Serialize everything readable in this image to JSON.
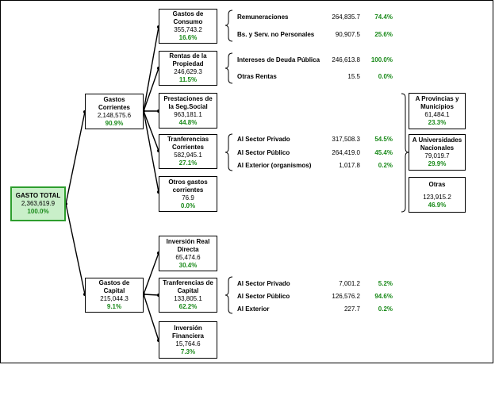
{
  "root": {
    "title": "GASTO TOTAL",
    "value": "2,363,619.9",
    "pct": "100.0%"
  },
  "level1": [
    {
      "title": "Gastos Corrientes",
      "value": "2,148,575.6",
      "pct": "90.9%"
    },
    {
      "title": "Gastos de Capital",
      "value": "215,044.3",
      "pct": "9.1%"
    }
  ],
  "corrientes": [
    {
      "title": "Gastos de Consumo",
      "value": "355,743.2",
      "pct": "16.6%"
    },
    {
      "title": "Rentas de la Propiedad",
      "value": "246,629.3",
      "pct": "11.5%"
    },
    {
      "title": "Prestaciones de la Seg.Social",
      "value": "963,181.1",
      "pct": "44.8%"
    },
    {
      "title": "Tranferencias Corrientes",
      "value": "582,945.1",
      "pct": "27.1%"
    },
    {
      "title": "Otros gastos corrientes",
      "value": "76.9",
      "pct": "0.0%"
    }
  ],
  "capital": [
    {
      "title": "Inversión Real Directa",
      "value": "65,474.6",
      "pct": "30.4%"
    },
    {
      "title": "Tranferencias de Capital",
      "value": "133,805.1",
      "pct": "62.2%"
    },
    {
      "title": "Inversión Financiera",
      "value": "15,764.6",
      "pct": "7.3%"
    }
  ],
  "consumo_detail": [
    {
      "label": "Remuneraciones",
      "value": "264,835.7",
      "pct": "74.4%"
    },
    {
      "label": "Bs. y Serv. no Personales",
      "value": "90,907.5",
      "pct": "25.6%"
    }
  ],
  "rentas_detail": [
    {
      "label": "Intereses de Deuda Pública",
      "value": "246,613.8",
      "pct": "100.0%"
    },
    {
      "label": "Otras Rentas",
      "value": "15.5",
      "pct": "0.0%"
    }
  ],
  "transf_corr_detail": [
    {
      "label": "Al Sector Privado",
      "value": "317,508.3",
      "pct": "54.5%"
    },
    {
      "label": "Al Sector Público",
      "value": "264,419.0",
      "pct": "45.4%"
    },
    {
      "label": "Al Exterior (organismos)",
      "value": "1,017.8",
      "pct": "0.2%"
    }
  ],
  "transf_cap_detail": [
    {
      "label": "Al Sector Privado",
      "value": "7,001.2",
      "pct": "5.2%"
    },
    {
      "label": "Al Sector Público",
      "value": "126,576.2",
      "pct": "94.6%"
    },
    {
      "label": "Al Exterior",
      "value": "227.7",
      "pct": "0.2%"
    }
  ],
  "sector_publico": [
    {
      "title": "A Provincias y Municipios",
      "value": "61,484.1",
      "pct": "23.3%"
    },
    {
      "title": "A Universidades Nacionales",
      "value": "79,019.7",
      "pct": "29.9%"
    },
    {
      "title": "Otras",
      "value": "123,915.2",
      "pct": "46.9%"
    }
  ]
}
